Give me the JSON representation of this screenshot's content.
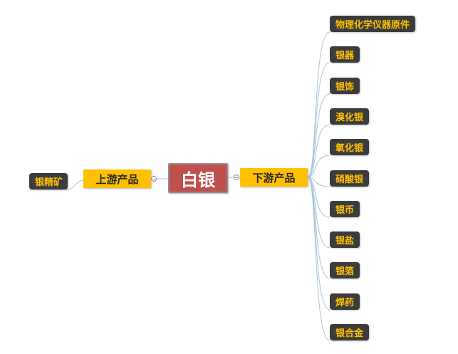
{
  "center": {
    "label": "白银"
  },
  "upstream": {
    "label": "上游产品",
    "items": [
      "银精矿"
    ]
  },
  "downstream": {
    "label": "下游产品",
    "items": [
      "物理化学仪器原件",
      "银器",
      "银饰",
      "溴化银",
      "氧化银",
      "硝酸银",
      "银币",
      "银盐",
      "银箔",
      "焊药",
      "银合金"
    ]
  },
  "colors": {
    "center": "#c0504d",
    "category": "#ffc000",
    "leaf_bg": "#3c3c3c",
    "leaf_text": "#ffc000",
    "connector": "#a7c6df"
  }
}
